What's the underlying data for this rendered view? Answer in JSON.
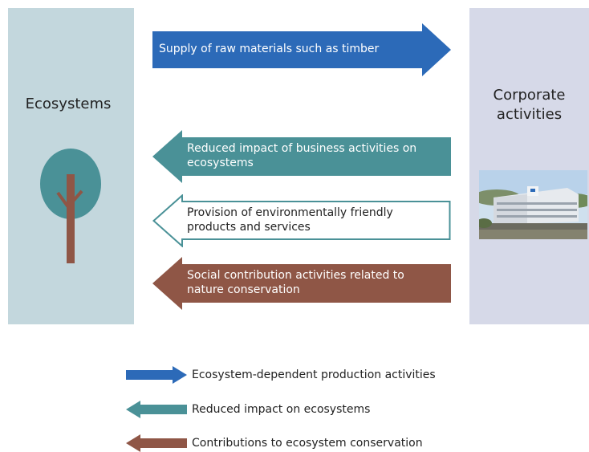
{
  "panels": {
    "ecosystems": {
      "title": "Ecosystems"
    },
    "corporate": {
      "title_line1": "Corporate",
      "title_line2": "activities"
    }
  },
  "arrows": [
    {
      "text_line1": "Supply of raw materials such as timber",
      "direction": "right",
      "color": "#2c6ab8"
    },
    {
      "text_line1": "Reduced impact of business activities on",
      "text_line2": "ecosystems",
      "direction": "left",
      "color": "#4a9197"
    },
    {
      "text_line1": "Provision of environmentally friendly",
      "text_line2": "products and services",
      "direction": "left",
      "color": "#ffffff",
      "stroke": "#4a9197"
    },
    {
      "text_line1": "Social contribution activities related to",
      "text_line2": "nature conservation",
      "direction": "left",
      "color": "#8f5646"
    }
  ],
  "legend": [
    {
      "label": "Ecosystem-dependent production activities",
      "direction": "right",
      "color": "#2c6ab8"
    },
    {
      "label": "Reduced impact on ecosystems",
      "direction": "left",
      "color": "#4a9197"
    },
    {
      "label": "Contributions to ecosystem conservation",
      "direction": "left",
      "color": "#8f5646"
    }
  ],
  "colors": {
    "eco_panel": "#c3d7dd",
    "corp_panel": "#d6d9e8",
    "tree_crown": "#4a9197",
    "tree_trunk": "#8f5646"
  },
  "icons": {
    "tree": "tree-icon",
    "building": "building-photo"
  }
}
